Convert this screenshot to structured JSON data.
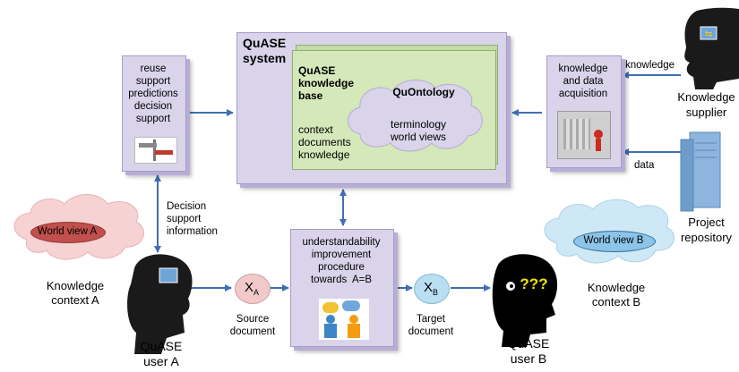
{
  "system": {
    "title": "QuASE\nsystem"
  },
  "knowledge_base": {
    "title": "QuASE\nknowledge\nbase",
    "contents": "context\ndocuments\nknowledge"
  },
  "ontology": {
    "title": "QuOntology",
    "contents": "terminology\nworld views"
  },
  "reuse_box": {
    "text": "reuse\nsupport\npredictions\ndecision\nsupport"
  },
  "acquisition_box": {
    "text": "knowledge\nand data\nacquisition"
  },
  "procedure_box": {
    "text": "understandability\nimprovement\nprocedure\ntowards  A=B"
  },
  "decision_info": {
    "text": "Decision\nsupport\ninformation"
  },
  "world_view_a": {
    "label": "World view A"
  },
  "world_view_b": {
    "label": "World view B"
  },
  "knowledge_context_a": {
    "text": "Knowledge\ncontext A"
  },
  "knowledge_context_b": {
    "text": "Knowledge\ncontext B"
  },
  "user_a": {
    "text": "QuASE\nuser A"
  },
  "user_b": {
    "text": "QuASE\nuser B",
    "question_marks": "???"
  },
  "source_doc": {
    "symbol": "X",
    "subscript": "A",
    "caption": "Source\ndocument"
  },
  "target_doc": {
    "symbol": "X",
    "subscript": "B",
    "caption": "Target\ndocument"
  },
  "supplier": {
    "text": "Knowledge\nsupplier",
    "arrow_label": "knowledge"
  },
  "repository": {
    "text": "Project\nrepository",
    "arrow_label": "data"
  },
  "colors": {
    "box_fill": "#d9d4ea",
    "kb_fill": "#cfe3b4",
    "cloud_fill": "#d9d4ea",
    "cloud_a": "#f6d2d2",
    "cloud_b": "#cfe8f5",
    "arrow": "#3f6fb3",
    "doc_a": "#f2c9c9",
    "doc_b": "#b9dff2"
  }
}
